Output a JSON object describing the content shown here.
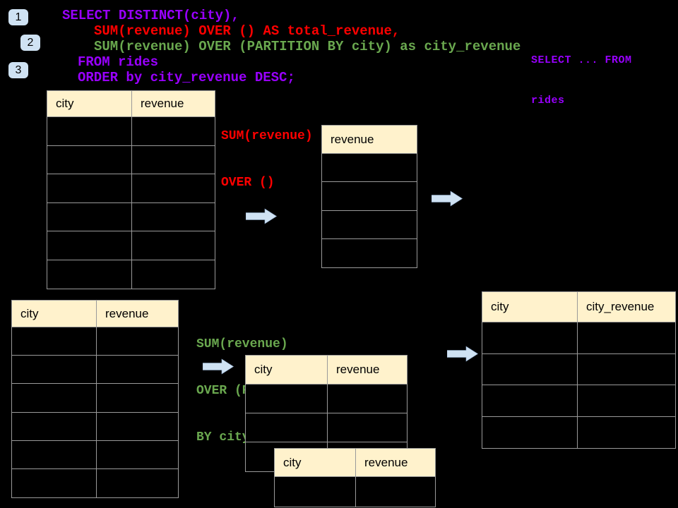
{
  "colors": {
    "background": "#000000",
    "sql_purple": "#9900ff",
    "sql_red": "#ff0000",
    "sql_green": "#6aa84f",
    "table_header_bg": "#fff2cc",
    "table_border": "#9a9a9a",
    "arrow_fill": "#cfe2f3",
    "badge_bg": "#cfe2f3"
  },
  "badges": {
    "one": "1",
    "two": "2",
    "three": "3"
  },
  "sql": {
    "line1": "SELECT DISTINCT(city),",
    "line2": "SUM(revenue) OVER () AS total_revenue,",
    "line3": "SUM(revenue) OVER (PARTITION BY city) as city_revenue",
    "line4": "FROM rides",
    "line5": "ORDER by city_revenue DESC;"
  },
  "side_note": {
    "line1": "SELECT ... FROM",
    "line2": "rides"
  },
  "labels": {
    "total_revenue": {
      "line1": "SUM(revenue)",
      "line2": "OVER ()"
    },
    "partition": {
      "line1": "SUM(revenue)",
      "line2": "OVER (PARTITION",
      "line3": "BY city)"
    }
  },
  "tables": {
    "source_top": {
      "headers": [
        "city",
        "revenue"
      ],
      "row_count": 6
    },
    "total_result": {
      "headers": [
        "revenue"
      ],
      "row_count": 4
    },
    "source_bottom": {
      "headers": [
        "city",
        "revenue"
      ],
      "row_count": 6
    },
    "partition_mid": {
      "headers": [
        "city",
        "revenue"
      ],
      "row_count": 3
    },
    "partition_overlay": {
      "headers": [
        "city",
        "revenue"
      ],
      "row_count": 1
    },
    "city_revenue_result": {
      "headers": [
        "city",
        "city_revenue"
      ],
      "row_count": 4
    }
  }
}
